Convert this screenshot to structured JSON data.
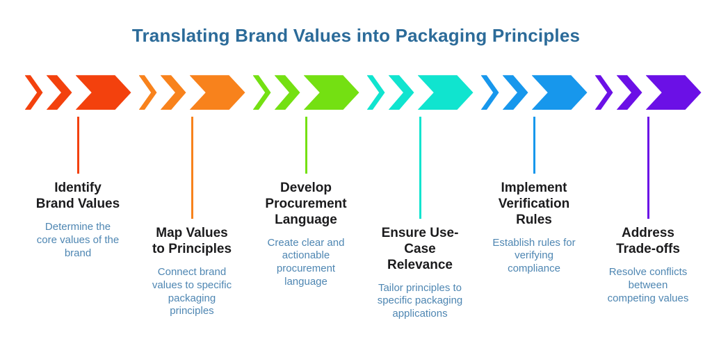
{
  "page": {
    "background_color": "#ffffff"
  },
  "header": {
    "title": "Translating Brand Values into Packaging Principles",
    "color": "#2C6B99"
  },
  "text_colors": {
    "step_title": "#1B1B1D",
    "step_description": "#4E86B2"
  },
  "steps": [
    {
      "title": "Identify\nBrand Values",
      "description": "Determine the\ncore values of the\nbrand",
      "color": "#F3410D",
      "connector_length": "short"
    },
    {
      "title": "Map Values\nto Principles",
      "description": "Connect brand\nvalues to specific\npackaging\nprinciples",
      "color": "#F8821C",
      "connector_length": "long"
    },
    {
      "title": "Develop\nProcurement\nLanguage",
      "description": "Create clear and\nactionable\nprocurement\nlanguage",
      "color": "#74E012",
      "connector_length": "short"
    },
    {
      "title": "Ensure Use-\nCase\nRelevance",
      "description": "Tailor principles to\nspecific packaging\napplications",
      "color": "#10E4CF",
      "connector_length": "long"
    },
    {
      "title": "Implement\nVerification\nRules",
      "description": "Establish rules for\nverifying\ncompliance",
      "color": "#1797EC",
      "connector_length": "short"
    },
    {
      "title": "Address\nTrade-offs",
      "description": "Resolve conflicts\nbetween\ncompeting values",
      "color": "#6B10E6",
      "connector_length": "long"
    }
  ]
}
